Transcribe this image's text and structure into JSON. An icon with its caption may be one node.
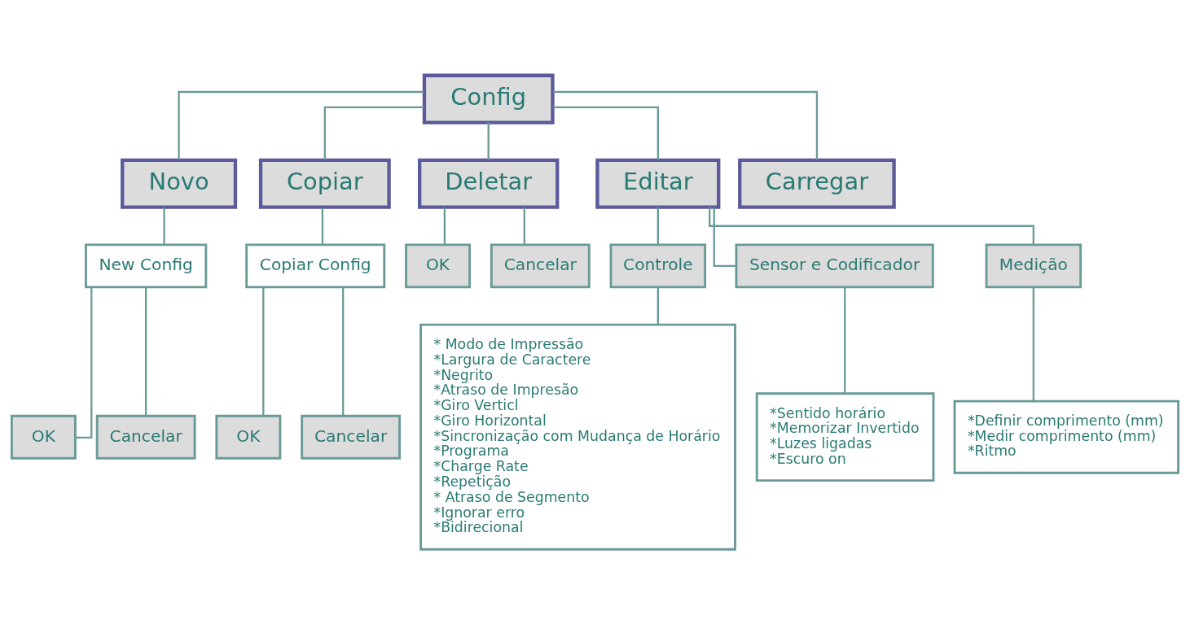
{
  "diagram": {
    "nodes": [
      {
        "text": [
          "Config"
        ]
      },
      {
        "text": [
          "Novo"
        ]
      },
      {
        "text": [
          "Copiar"
        ]
      },
      {
        "text": [
          "Deletar"
        ]
      },
      {
        "text": [
          "Editar"
        ]
      },
      {
        "text": [
          "Carregar"
        ]
      },
      {
        "text": [
          "New Config"
        ]
      },
      {
        "text": [
          "OK"
        ]
      },
      {
        "text": [
          "Cancelar"
        ]
      },
      {
        "text": [
          "Copiar Config"
        ]
      },
      {
        "text": [
          "OK"
        ]
      },
      {
        "text": [
          "Cancelar"
        ]
      },
      {
        "text": [
          "OK"
        ]
      },
      {
        "text": [
          "Cancelar"
        ]
      },
      {
        "text": [
          "Controle"
        ]
      },
      {
        "text": [
          "Sensor e Codificador"
        ]
      },
      {
        "text": [
          "Medição"
        ]
      },
      {
        "text": [
          "* Modo de Impressão",
          "*Largura de Caractere",
          "*Negrito",
          "*Atraso de Impresão",
          "*Giro Verticl",
          "*Giro Horizontal",
          "*Sincronização com Mudança de Horário",
          "*Programa",
          "*Charge Rate",
          "*Repetição",
          "* Atraso de Segmento",
          "*Ignorar erro",
          "*Bidirecional"
        ]
      },
      {
        "text": [
          "*Sentido horário",
          "*Memorizar Invertido",
          "*Luzes ligadas",
          "*Escuro on"
        ]
      },
      {
        "text": [
          "*Definir comprimento (mm)",
          "*Medir comprimento (mm)",
          "*Ritmo"
        ]
      }
    ],
    "edges": [
      {
        "from": 0,
        "to": 1,
        "arrow": "none"
      },
      {
        "from": 0,
        "to": 2,
        "arrow": "none"
      },
      {
        "from": 0,
        "to": 3,
        "arrow": "none"
      },
      {
        "from": 0,
        "to": 4,
        "arrow": "none"
      },
      {
        "from": 0,
        "to": 5,
        "arrow": "none"
      },
      {
        "from": 1,
        "to": 6,
        "arrow": "none"
      },
      {
        "from": 6,
        "to": 7,
        "arrow": "none"
      },
      {
        "from": 6,
        "to": 8,
        "arrow": "none"
      },
      {
        "from": 2,
        "to": 9,
        "arrow": "none"
      },
      {
        "from": 9,
        "to": 10,
        "arrow": "none"
      },
      {
        "from": 9,
        "to": 11,
        "arrow": "none"
      },
      {
        "from": 3,
        "to": 12,
        "arrow": "none"
      },
      {
        "from": 3,
        "to": 13,
        "arrow": "none"
      },
      {
        "from": 4,
        "to": 14,
        "arrow": "none"
      },
      {
        "from": 4,
        "to": 15,
        "arrow": "none"
      },
      {
        "from": 4,
        "to": 16,
        "arrow": "none"
      },
      {
        "from": 14,
        "to": 17,
        "arrow": "none"
      },
      {
        "from": 15,
        "to": 18,
        "arrow": "none"
      },
      {
        "from": 16,
        "to": 19,
        "arrow": "none"
      }
    ]
  }
}
